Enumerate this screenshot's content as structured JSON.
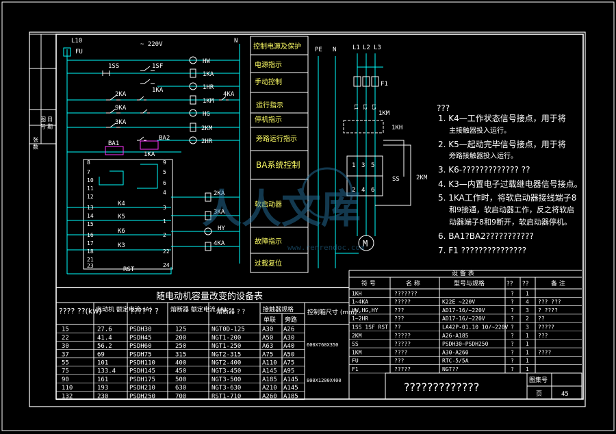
{
  "colors": {
    "line": "#ffffff",
    "wire": "#00ffff",
    "text": "#ffffff",
    "text_cn": "#ffff66",
    "green": "#00ff66",
    "relay": "#ff33ff"
  },
  "left_stamp": [
    "张 数",
    "图 号",
    "日 期"
  ],
  "circuit": {
    "l10": "L10",
    "fu": "FU",
    "voltage": "~ 220V",
    "n": "N",
    "ss1": "1SS",
    "sf1": "1SF",
    "ka1_contact": "1KA",
    "ka2": "2KA",
    "ka9": "9KA",
    "ka3": "3KA",
    "ba1": "BA1",
    "ba2": "BA2",
    "ka1_relay": "1KA",
    "coils": [
      "HW",
      "1KA",
      "1HR",
      "1KM",
      "4KA",
      "HG",
      "2KM",
      "2HR"
    ],
    "k_labels": [
      "K4",
      "K5",
      "K6",
      "K3"
    ],
    "term_left": [
      "8",
      "7",
      "10",
      "11",
      "12",
      "13",
      "14",
      "15",
      "16",
      "17",
      "18",
      "21",
      "23"
    ],
    "term_right": [
      "9",
      "5",
      "6",
      "4",
      "3",
      "1",
      "2",
      "22",
      "24"
    ],
    "out_coils": [
      "2KA",
      "3KA",
      "HY",
      "4KA"
    ],
    "rst": "RST"
  },
  "func_labels": [
    "控制电源及保护",
    "电源指示",
    "手动控制",
    "运行指示",
    "停机指示",
    "旁路运行指示",
    "BA系统控制",
    "软启动器",
    "故障指示",
    "过载复位"
  ],
  "power": {
    "pe": "PE",
    "n": "N",
    "l1": "L1",
    "l2": "L2",
    "l3": "L3",
    "f1": "F1",
    "fuses": [
      "L1",
      "L2",
      "L3"
    ],
    "km1": "1KM",
    "kh1": "1KH",
    "ss": "SS",
    "km2": "2KM",
    "top_terms": [
      "1",
      "3",
      "5"
    ],
    "bot_terms": [
      "2",
      "4",
      "6"
    ],
    "motor": "M"
  },
  "notes": {
    "heading": "???",
    "items": [
      "1. K4—工作状态信号接点，用于将",
      "主接触器投入运行。",
      "2. K5—起动完毕信号接点，用于将",
      "旁路接触器投入运行。",
      "3. K6-?????????????  ??",
      "4. K3—内置电子过载继电器信号接点。",
      "5. 1KA工作时，将软启动器接线端子8",
      "和9接通，软启动器工作，反之将软启",
      "动器端子8和9断开，软启动器停机。",
      "6. BA1?BA2???????????",
      "7. F1      ???????????????"
    ]
  },
  "watermark": {
    "text": "人人文库",
    "url": "www.renrendoc.com"
  },
  "table1": {
    "title": "随电动机容量改变的设备表",
    "headers": [
      "????\n??(kw)",
      "电动机\n额定电流\n(A)",
      "????\n?  ?",
      "熔断器\n额定电流\n(A)",
      "熔断器\n?  ?",
      "接触器规格",
      "控制箱尺寸\n(mm)"
    ],
    "sub_headers": [
      "单联",
      "旁路"
    ],
    "rows": [
      [
        "15",
        "27.6",
        "PSDH30",
        "125",
        "NGT0D-125",
        "A30",
        "A26"
      ],
      [
        "22",
        "41.4",
        "PSDH45",
        "200",
        "NGT1-200",
        "A50",
        "A30"
      ],
      [
        "30",
        "56.2",
        "PSDH60",
        "250",
        "NGT1-250",
        "A63",
        "A40"
      ],
      [
        "37",
        "69",
        "PSDH75",
        "315",
        "NGT2-315",
        "A75",
        "A50"
      ],
      [
        "55",
        "101",
        "PSDH110",
        "400",
        "NGT2-400",
        "A110",
        "A75"
      ],
      [
        "75",
        "133.4",
        "PSDH145",
        "450",
        "NGT3-450",
        "A145",
        "A95"
      ],
      [
        "90",
        "161",
        "PSDH175",
        "500",
        "NGT3-500",
        "A185",
        "A145"
      ],
      [
        "110",
        "193",
        "PSDH210",
        "630",
        "NGT3-630",
        "A210",
        "A145"
      ],
      [
        "132",
        "230",
        "PSDH250",
        "700",
        "RST1-710",
        "A260",
        "A185"
      ]
    ],
    "box_sizes": [
      "600X760X350",
      "800X1200X400"
    ]
  },
  "table2": {
    "title": "设 备 表",
    "headers": [
      "符 号",
      "名 称",
      "型号与规格",
      "??",
      "??",
      "备 注"
    ],
    "rows": [
      [
        "1KH",
        "???????",
        "",
        "?",
        "1",
        ""
      ],
      [
        "1~4KA",
        "?????",
        "K22E ~220V",
        "?",
        "4",
        "???  ???"
      ],
      [
        "HW,HG,HY",
        "???",
        "AD17-16/~220V",
        "?",
        "3",
        "?  ????"
      ],
      [
        "1~2HR",
        "???",
        "AD17-16/~220V",
        "?",
        "2",
        "??"
      ],
      [
        "1SS 1SF RST",
        "??",
        "LA42P-01.10 10/~220V",
        "?",
        "3",
        "?????"
      ],
      [
        "2KM",
        "?????",
        "A26-A185",
        "?",
        "1",
        "???"
      ],
      [
        "SS",
        "?????",
        "PSDH30~PSDH250",
        "?",
        "1",
        ""
      ],
      [
        "1KM",
        "????",
        "A30-A260",
        "?",
        "1",
        "????"
      ],
      [
        "FU",
        "???",
        "RTC-5/5A",
        "?",
        "1",
        ""
      ],
      [
        "F1",
        "?????",
        "NGT??",
        "?",
        "1",
        ""
      ]
    ]
  },
  "title_block": {
    "title": "?????????????",
    "label_no": "图集号",
    "label_page": "页",
    "page": "45"
  }
}
